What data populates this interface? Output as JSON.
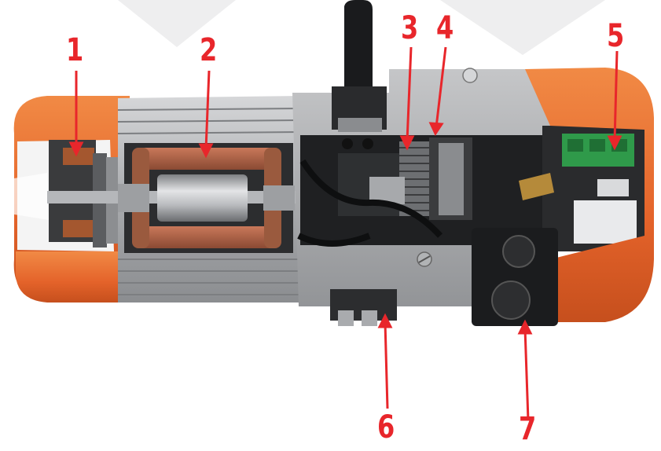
{
  "diagram": {
    "subject": "cutaway-electric-chain-hoist",
    "accent_color": "#e8262b",
    "housing_color": "#e86f2c",
    "callouts": [
      {
        "id": "1",
        "label": "1"
      },
      {
        "id": "2",
        "label": "2"
      },
      {
        "id": "3",
        "label": "3"
      },
      {
        "id": "4",
        "label": "4"
      },
      {
        "id": "5",
        "label": "5"
      },
      {
        "id": "6",
        "label": "6"
      },
      {
        "id": "7",
        "label": "7"
      }
    ]
  }
}
